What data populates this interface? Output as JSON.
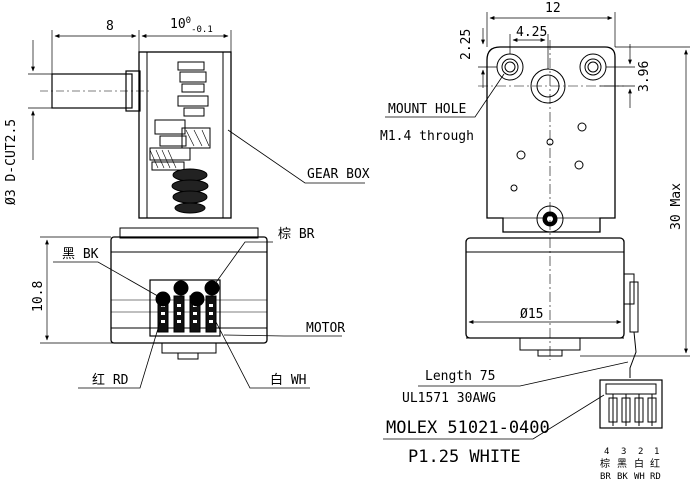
{
  "left_view": {
    "dim_shaft_length": "8",
    "dim_gearbox_width": "10",
    "dim_gearbox_width_sup": "0",
    "dim_gearbox_width_sub": "-0.1",
    "dim_shaft_dia": "Ø3 D-CUT2.5",
    "dim_motor_height": "10.8",
    "label_gear_box": "GEAR BOX",
    "label_motor": "MOTOR",
    "wire_bk": "黑 BK",
    "wire_br": "棕 BR",
    "wire_rd": "红 RD",
    "wire_wh": "白 WH"
  },
  "right_view": {
    "dim_width": "12",
    "dim_hole_top": "2.25",
    "dim_hole_spacing": "4.25",
    "dim_hole_offset": "3.96",
    "dim_total_height": "30 Max",
    "dim_motor_dia": "Ø15",
    "label_mount_hole": "MOUNT HOLE",
    "label_mount_hole_detail": "M1.4 through",
    "cable_length": "Length 75",
    "cable_spec": "UL1571 30AWG",
    "connector_model": "MOLEX 51021-0400",
    "connector_pitch": "P1.25 WHITE",
    "pins": [
      {
        "num": "4",
        "cn": "棕",
        "en": "BR"
      },
      {
        "num": "3",
        "cn": "黑",
        "en": "BK"
      },
      {
        "num": "2",
        "cn": "白",
        "en": "WH"
      },
      {
        "num": "1",
        "cn": "红",
        "en": "RD"
      }
    ]
  }
}
